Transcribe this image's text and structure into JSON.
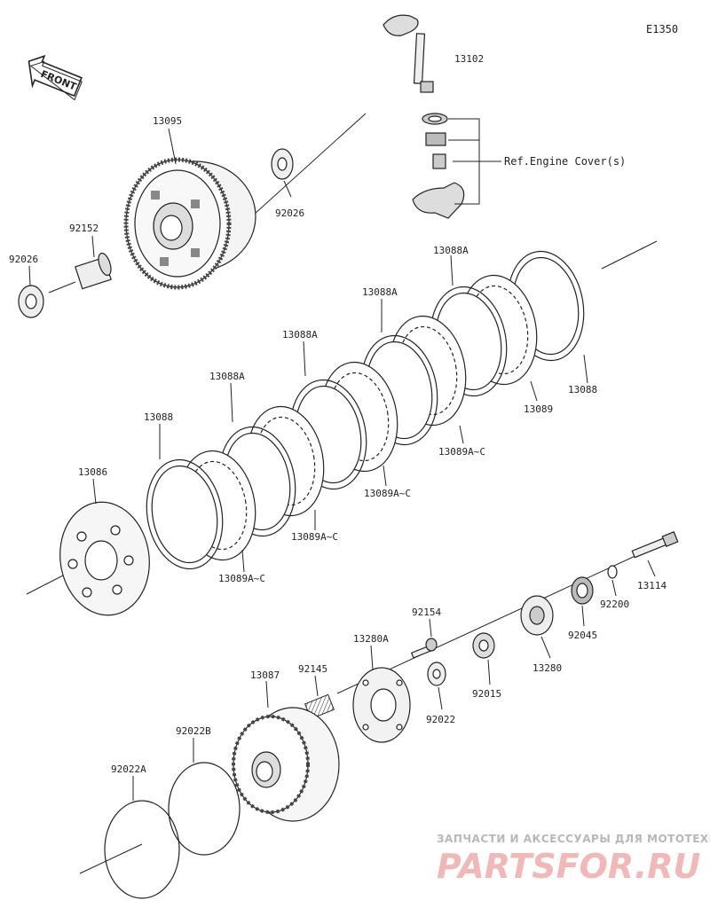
{
  "diagram_code": "E1350",
  "front_label": "FRONT",
  "reference_note": "Ref.Engine Cover(s)",
  "watermark": {
    "line1": "ЗАПЧАСТИ И АКСЕССУАРЫ ДЛЯ МОТОТЕХНИКИ",
    "line2": "PARTSFOR.RU"
  },
  "parts": [
    {
      "id": "p13102",
      "number": "13102"
    },
    {
      "id": "p13095",
      "number": "13095"
    },
    {
      "id": "p92026a",
      "number": "92026"
    },
    {
      "id": "p92152",
      "number": "92152"
    },
    {
      "id": "p92026b",
      "number": "92026"
    },
    {
      "id": "p13088A_1",
      "number": "13088A"
    },
    {
      "id": "p13088A_2",
      "number": "13088A"
    },
    {
      "id": "p13088A_3",
      "number": "13088A"
    },
    {
      "id": "p13088A_4",
      "number": "13088A"
    },
    {
      "id": "p13088_top",
      "number": "13088"
    },
    {
      "id": "p13089",
      "number": "13089"
    },
    {
      "id": "p13089AC_1",
      "number": "13089A~C"
    },
    {
      "id": "p13089AC_2",
      "number": "13089A~C"
    },
    {
      "id": "p13089AC_3",
      "number": "13089A~C"
    },
    {
      "id": "p13089AC_4",
      "number": "13089A~C"
    },
    {
      "id": "p13088_left",
      "number": "13088"
    },
    {
      "id": "p13086",
      "number": "13086"
    },
    {
      "id": "p13114",
      "number": "13114"
    },
    {
      "id": "p92200",
      "number": "92200"
    },
    {
      "id": "p92045",
      "number": "92045"
    },
    {
      "id": "p13280",
      "number": "13280"
    },
    {
      "id": "p92154",
      "number": "92154"
    },
    {
      "id": "p13280A",
      "number": "13280A"
    },
    {
      "id": "p92015",
      "number": "92015"
    },
    {
      "id": "p92022",
      "number": "92022"
    },
    {
      "id": "p92145",
      "number": "92145"
    },
    {
      "id": "p13087",
      "number": "13087"
    },
    {
      "id": "p92022B",
      "number": "92022B"
    },
    {
      "id": "p92022A",
      "number": "92022A"
    }
  ]
}
